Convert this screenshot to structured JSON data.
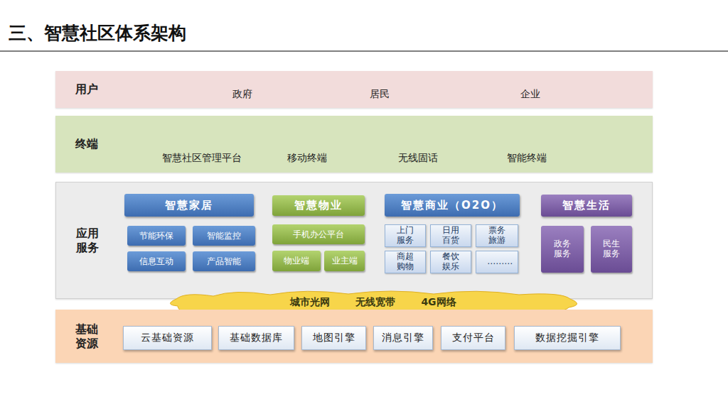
{
  "diagram": {
    "title": "三、智慧社区体系架构",
    "nodes": [
      {
        "text": [
          "用户"
        ]
      },
      {
        "text": [
          "终端"
        ]
      },
      {
        "text": [
          "应用 服务"
        ]
      },
      {
        "text": [
          "智慧家居"
        ],
        "in": 2
      },
      {
        "text": [
          "节能环保"
        ],
        "in": 2
      },
      {
        "text": [
          "智能监控"
        ],
        "in": 2
      },
      {
        "text": [
          "信息互动"
        ],
        "in": 2
      },
      {
        "text": [
          "产品智能"
        ],
        "in": 2
      },
      {
        "text": [
          "智慧物业"
        ],
        "in": 2
      },
      {
        "text": [
          "手机办公平台"
        ],
        "in": 2
      },
      {
        "text": [
          "物业端"
        ],
        "in": 2
      },
      {
        "text": [
          "业主端"
        ],
        "in": 2
      },
      {
        "text": [
          "智慧商业（O2O）"
        ],
        "in": 2
      },
      {
        "text": [
          "上门 服务"
        ],
        "in": 2
      },
      {
        "text": [
          "日用 百货"
        ],
        "in": 2
      },
      {
        "text": [
          "票务 旅游"
        ],
        "in": 2
      },
      {
        "text": [
          "商超 购物"
        ],
        "in": 2
      },
      {
        "text": [
          "餐饮 娱乐"
        ],
        "in": 2
      },
      {
        "text": [
          "………"
        ],
        "in": 2
      },
      {
        "text": [
          "智慧生活"
        ],
        "in": 2
      },
      {
        "text": [
          "政务 服务"
        ],
        "in": 2
      },
      {
        "text": [
          "民生 服务"
        ],
        "in": 2
      },
      {
        "text": [
          "城市光网",
          "无线宽带",
          "4G网络"
        ]
      },
      {
        "text": [
          "基础 资源"
        ]
      },
      {
        "text": [
          "云基础资源"
        ],
        "in": 23
      },
      {
        "text": [
          "基础数据库"
        ],
        "in": 23
      },
      {
        "text": [
          "地图引擎"
        ],
        "in": 23
      },
      {
        "text": [
          "消息引擎"
        ],
        "in": 23
      },
      {
        "text": [
          "支付平台"
        ],
        "in": 23
      },
      {
        "text": [
          "数据挖掘引擎"
        ],
        "in": 23
      }
    ],
    "labels": [
      "政府",
      "居民",
      "企业",
      "智慧社区管理平台",
      "移动终端",
      "无线固话",
      "智能终端"
    ]
  }
}
